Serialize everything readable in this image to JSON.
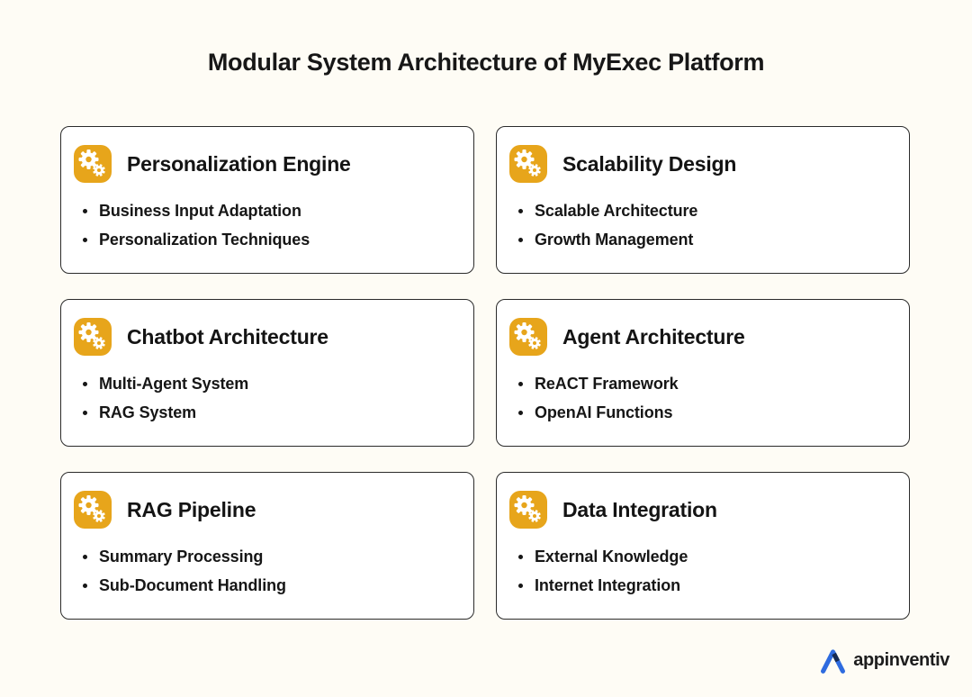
{
  "header": {
    "title": "Modular System Architecture of MyExec Platform"
  },
  "colors": {
    "background": "#FEFCF5",
    "card_background": "#FFFFFF",
    "card_border": "#2B2B2B",
    "accent_gold": "#E7A51B",
    "text": "#161616",
    "logo_blue": "#2E6BDF",
    "logo_navy": "#152A52"
  },
  "icons": {
    "card_badge": "gears-icon",
    "logo_mark": "appinventiv-a-icon"
  },
  "cards": [
    {
      "title": "Personalization Engine",
      "items": [
        "Business Input Adaptation",
        "Personalization Techniques"
      ]
    },
    {
      "title": "Scalability Design",
      "items": [
        "Scalable Architecture",
        "Growth Management"
      ]
    },
    {
      "title": "Chatbot Architecture",
      "items": [
        "Multi-Agent System",
        "RAG System"
      ]
    },
    {
      "title": "Agent Architecture",
      "items": [
        "ReACT Framework",
        "OpenAI Functions"
      ]
    },
    {
      "title": "RAG Pipeline",
      "items": [
        "Summary Processing",
        "Sub-Document Handling"
      ]
    },
    {
      "title": "Data Integration",
      "items": [
        "External Knowledge",
        "Internet Integration"
      ]
    }
  ],
  "footer": {
    "brand": "appinventiv"
  }
}
